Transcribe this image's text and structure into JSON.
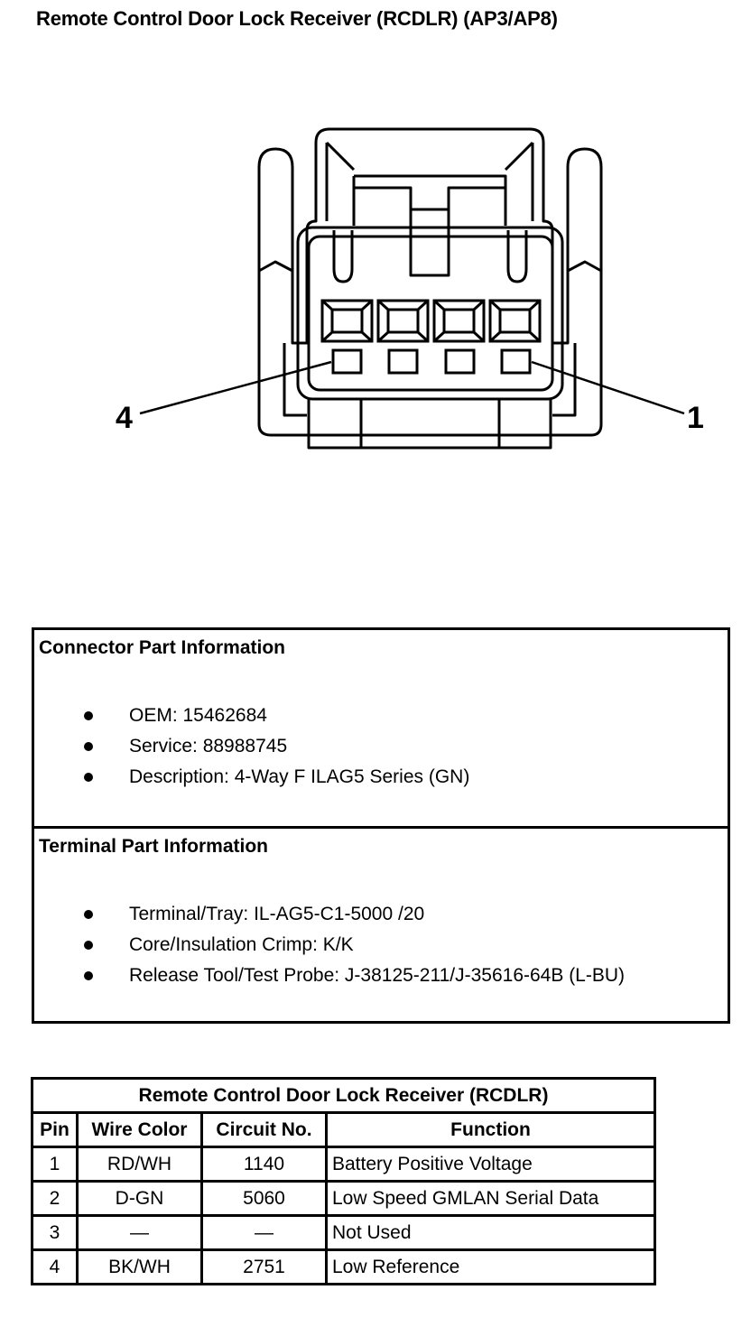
{
  "title": "Remote Control Door Lock Receiver (RCDLR) (AP3/AP8)",
  "diagram": {
    "pin_labels": {
      "left": "4",
      "right": "1"
    }
  },
  "connector_info": {
    "heading": "Connector Part Information",
    "items": [
      "OEM: 15462684",
      "Service: 88988745",
      "Description: 4-Way F ILAG5 Series (GN)"
    ]
  },
  "terminal_info": {
    "heading": "Terminal Part Information",
    "items": [
      "Terminal/Tray: IL-AG5-C1-5000 /20",
      "Core/Insulation Crimp: K/K",
      "Release Tool/Test Probe: J-38125-211/J-35616-64B (L-BU)"
    ]
  },
  "pin_table": {
    "caption": "Remote Control Door Lock Receiver (RCDLR)",
    "headers": [
      "Pin",
      "Wire Color",
      "Circuit No.",
      "Function"
    ],
    "rows": [
      [
        "1",
        "RD/WH",
        "1140",
        "Battery Positive Voltage"
      ],
      [
        "2",
        "D-GN",
        "5060",
        "Low Speed GMLAN Serial Data"
      ],
      [
        "3",
        "—",
        "—",
        "Not Used"
      ],
      [
        "4",
        "BK/WH",
        "2751",
        "Low Reference"
      ]
    ]
  }
}
